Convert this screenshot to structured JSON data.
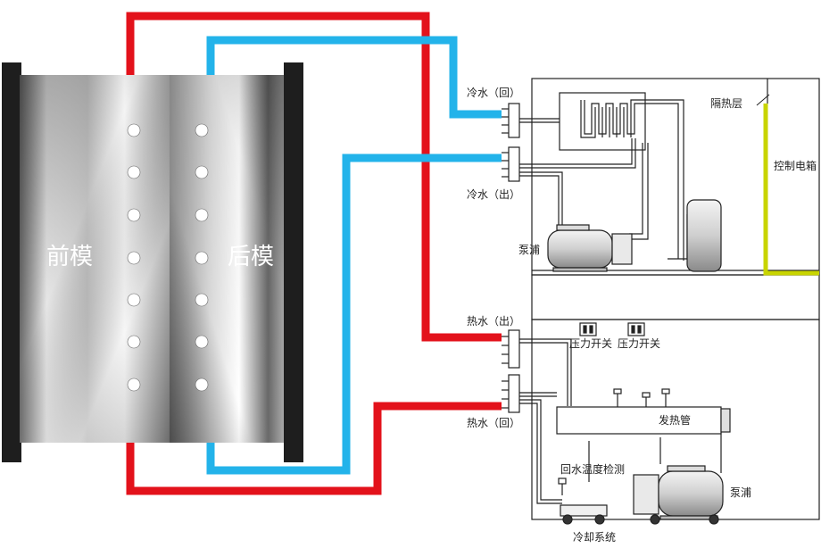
{
  "mold": {
    "front_label": "前模",
    "rear_label": "后模"
  },
  "ports": {
    "cold_return": "冷水（回）",
    "cold_out": "冷水（出）",
    "hot_out": "热水（出）",
    "hot_return": "热水（回）"
  },
  "components": {
    "insulation_layer": "隔热层",
    "control_box": "控制电箱",
    "pump_upper": "泵浦",
    "pressure_switch_1": "压力开关",
    "pressure_switch_2": "压力开关",
    "heater": "发热管",
    "return_temp_sensor": "回水温度检测",
    "pump_lower": "泵浦",
    "cooling_system": "冷却系统"
  },
  "colors": {
    "hot_pipe": "#e3121b",
    "cold_pipe": "#23b3ea",
    "insulation": "#c8d400",
    "line": "#222222"
  }
}
